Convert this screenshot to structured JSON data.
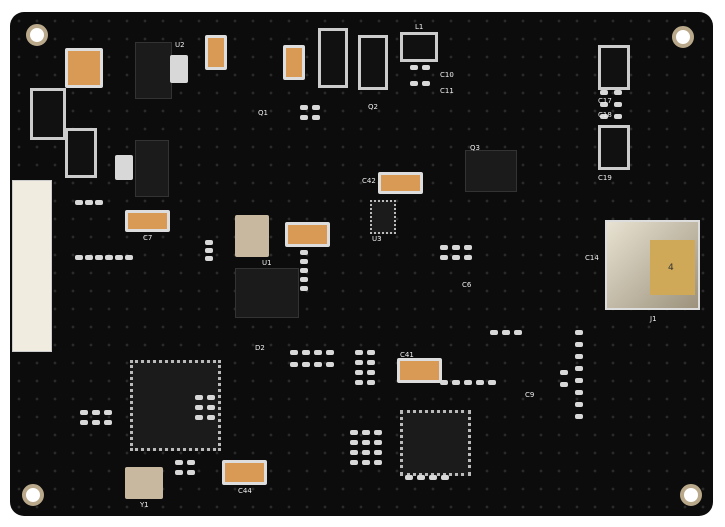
{
  "board": {
    "colors": {
      "solder_mask": "#0c0c0c",
      "silkscreen": "#eeeeee",
      "tantalum": "#d89a55",
      "gold": "#cfa858"
    },
    "labels": [
      "U2",
      "L1",
      "C10",
      "C11",
      "Q1",
      "Q2",
      "Q3",
      "C17",
      "C18",
      "C19",
      "C14",
      "C42",
      "C7",
      "C41",
      "C44",
      "Y1",
      "U1",
      "U3",
      "C6",
      "C9",
      "D2",
      "J1",
      "4"
    ]
  }
}
